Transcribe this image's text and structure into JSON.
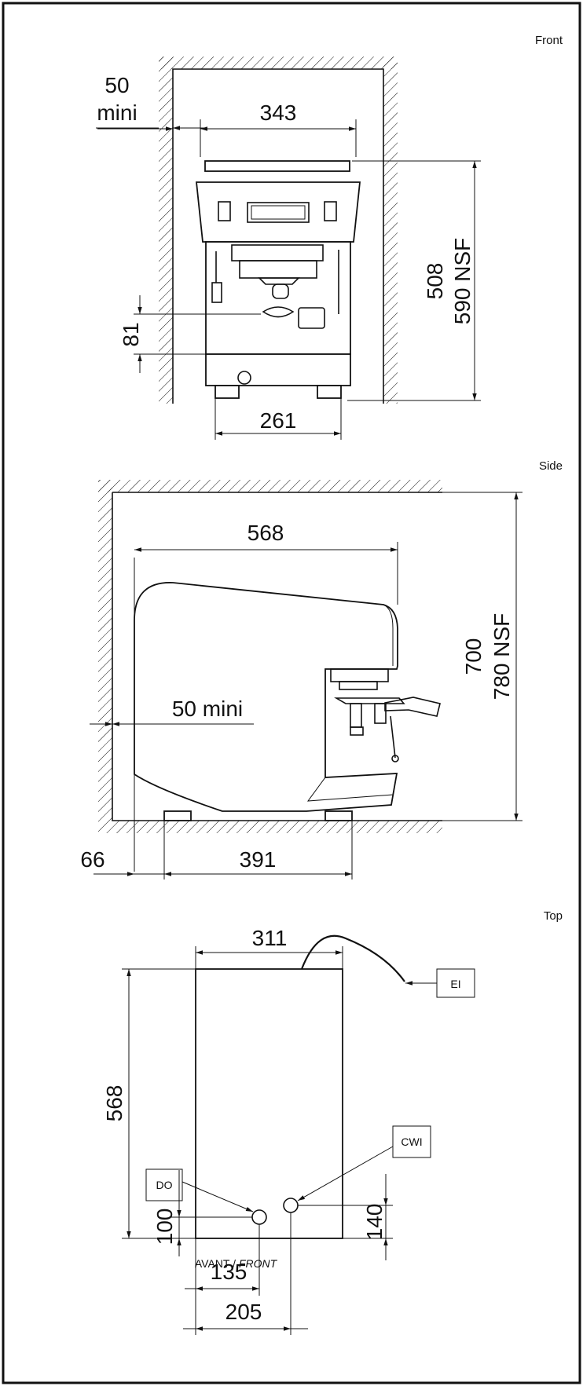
{
  "views": {
    "front": {
      "label": "Front",
      "dims": {
        "clearance_value": "50",
        "clearance_unit": "mini",
        "width": "343",
        "height_std": "508",
        "height_nsf": "590 NSF",
        "group_height": "81",
        "feet_spacing": "261"
      }
    },
    "side": {
      "label": "Side",
      "dims": {
        "depth": "568",
        "height_std": "700",
        "height_nsf": "780 NSF",
        "clearance": "50 mini",
        "overhang": "66",
        "feet_spacing": "391"
      }
    },
    "top": {
      "label": "Top",
      "dims": {
        "width": "311",
        "depth": "568",
        "drain_y": "100",
        "water_y": "140",
        "drain_x": "135",
        "water_x": "205"
      },
      "front_label_fr": "AVANT /",
      "front_label_en": "FRONT",
      "tags": {
        "electric": "EI",
        "drain": "DO",
        "water": "CWI"
      }
    }
  }
}
